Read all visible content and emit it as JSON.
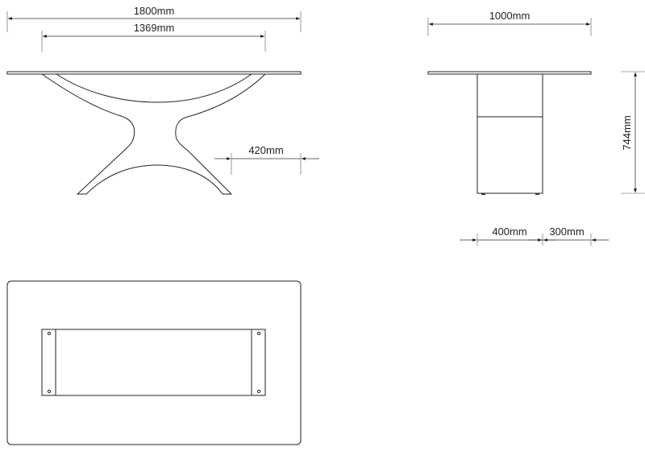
{
  "drawing": {
    "front_view": {
      "overall_length": "1800mm",
      "leg_span": "1369mm",
      "overhang": "420mm"
    },
    "side_view": {
      "overall_width": "1000mm",
      "height": "744mm",
      "base_width": "400mm",
      "overhang": "300mm"
    },
    "colors": {
      "line": "#222222",
      "background": "#ffffff"
    }
  }
}
